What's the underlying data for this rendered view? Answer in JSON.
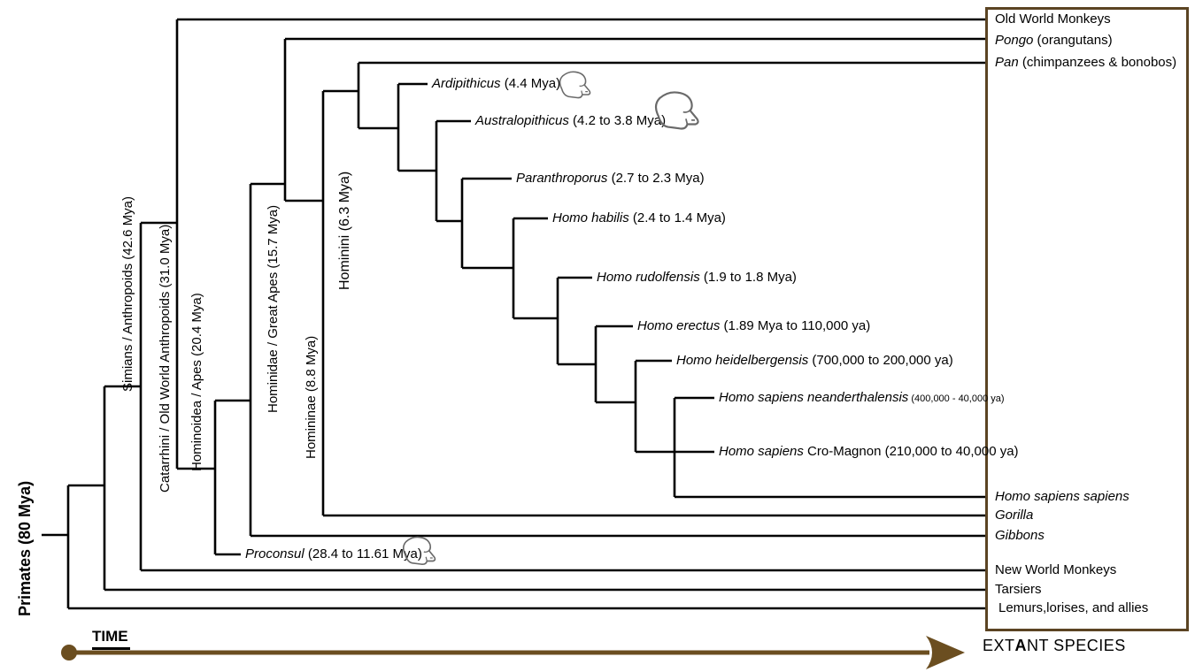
{
  "colors": {
    "tree_line": "#000000",
    "box_border_brown": "#5b4423",
    "arrow_brown": "#6b4e20",
    "skull_stroke": "#6a6a6a"
  },
  "clade_labels": {
    "primates": "Primates (80 Mya)",
    "simians": "Simians / Anthropoids (42.6 Mya)",
    "catarrhini": "Catarrhini / Old World Anthropoids (31.0 Mya)",
    "hominoidea": "Hominoidea / Apes (20.4 Mya)",
    "hominidae": "Hominidae / Great Apes (15.7 Mya)",
    "homininae": "Homininae (8.8 Mya)",
    "hominini": "Hominini (6.3 Mya)"
  },
  "fossil_species": {
    "ardipithicus": {
      "name": "Ardipithicus",
      "detail": " (4.4 Mya)"
    },
    "australopithicus": {
      "name": "Australopithicus",
      "detail": " (4.2 to 3.8 Mya)"
    },
    "paranthroporus": {
      "name": "Paranthroporus",
      "detail": " (2.7 to 2.3 Mya)"
    },
    "homo_habilis": {
      "name": "Homo habilis",
      "detail": " (2.4 to 1.4 Mya)"
    },
    "homo_rudolfensis": {
      "name": "Homo rudolfensis",
      "detail": " (1.9 to 1.8 Mya)"
    },
    "homo_erectus": {
      "name": "Homo erectus",
      "detail": " (1.89 Mya to 110,000 ya)"
    },
    "homo_heidelbergensis": {
      "name": "Homo heidelbergensis",
      "detail": " (700,000 to 200,000 ya)"
    },
    "homo_neanderthalensis": {
      "name": "Homo sapiens neanderthalensis",
      "detail": " (400,000 - 40,000 ya)"
    },
    "homo_cromagnon": {
      "name": "Homo sapiens",
      "detail": " Cro-Magnon (210,000 to 40,000 ya)"
    },
    "proconsul": {
      "name": "Proconsul",
      "detail": " (28.4 to 11.61 Mya)"
    }
  },
  "extant_box": {
    "items": [
      {
        "italic": "",
        "rest": "Old World Monkeys"
      },
      {
        "italic": "Pongo",
        "rest": " (orangutans)"
      },
      {
        "italic": "Pan",
        "rest": " (chimpanzees & bonobos)"
      },
      {
        "italic": "Homo sapiens sapiens",
        "rest": ""
      },
      {
        "italic": "Gorilla",
        "rest": ""
      },
      {
        "italic": "Gibbons",
        "rest": ""
      },
      {
        "italic": "",
        "rest": "New World Monkeys"
      },
      {
        "italic": "",
        "rest": "Tarsiers"
      },
      {
        "italic": "",
        "rest": "Lemurs,lorises, and allies"
      }
    ]
  },
  "footer": {
    "time_label": "TIME",
    "extant_pre": "EXT",
    "extant_bold": "A",
    "extant_post": "NT SPECIES"
  }
}
